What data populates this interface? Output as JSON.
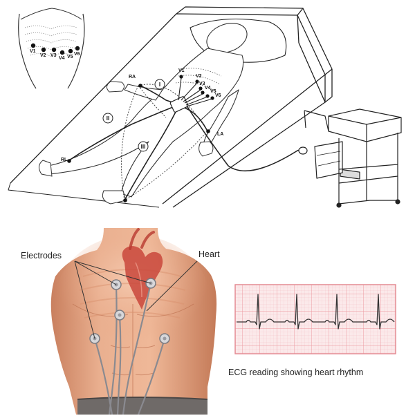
{
  "top_panel": {
    "inset_leads": [
      "V1",
      "V2",
      "V3",
      "V4",
      "V5",
      "V6"
    ],
    "precordial_leads": [
      "V1",
      "V2",
      "V3",
      "V4",
      "V5",
      "V6"
    ],
    "limb_leads": {
      "ra": "RA",
      "la": "LA",
      "rl": "RL"
    },
    "lead_numbers": [
      "I",
      "II",
      "III"
    ]
  },
  "bottom_panel": {
    "electrodes_label": "Electrodes",
    "heart_label": "Heart",
    "ecg_caption": "ECG reading showing heart rhythm"
  },
  "colors": {
    "skin": "#e9a987",
    "ecg_grid": "#efa0a6",
    "ecg_background": "#fbe9ea",
    "heart": "#c9473b"
  }
}
